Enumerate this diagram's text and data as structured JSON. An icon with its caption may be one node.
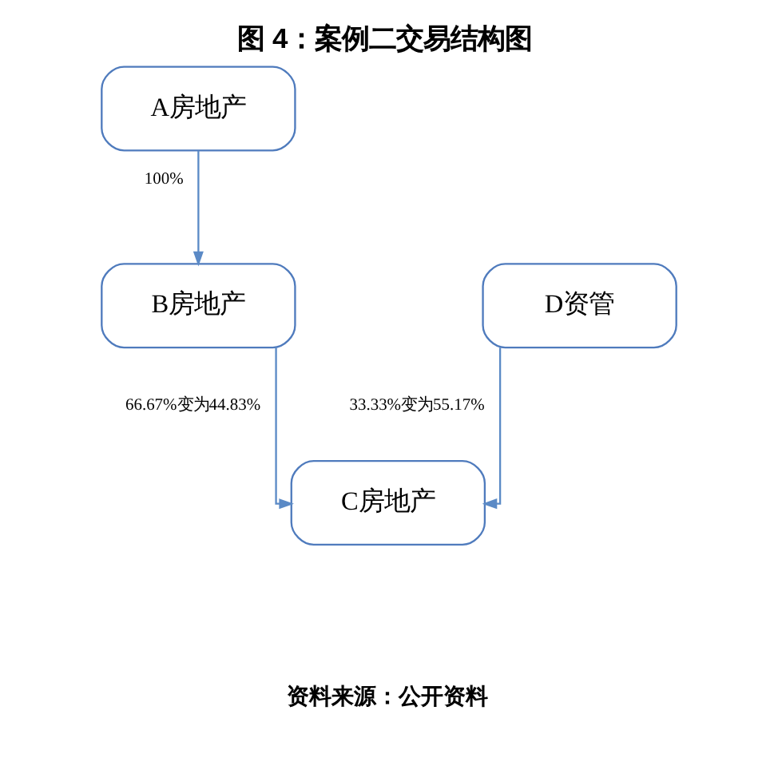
{
  "diagram": {
    "title": "图 4：案例二交易结构图",
    "caption": "资料来源：公开资料",
    "nodes": [
      {
        "text": [
          "A房地产"
        ]
      },
      {
        "text": [
          "B房地产"
        ]
      },
      {
        "text": [
          "D资管"
        ]
      },
      {
        "text": [
          "C房地产"
        ]
      }
    ],
    "edges": [
      {
        "from": 0,
        "to": 1,
        "arrow": "to",
        "label": "100%"
      },
      {
        "from": 1,
        "to": 3,
        "arrow": "to",
        "label": "66.67%变为44.83%"
      },
      {
        "from": 2,
        "to": 3,
        "arrow": "to",
        "label": "33.33%变为55.17%"
      }
    ]
  }
}
